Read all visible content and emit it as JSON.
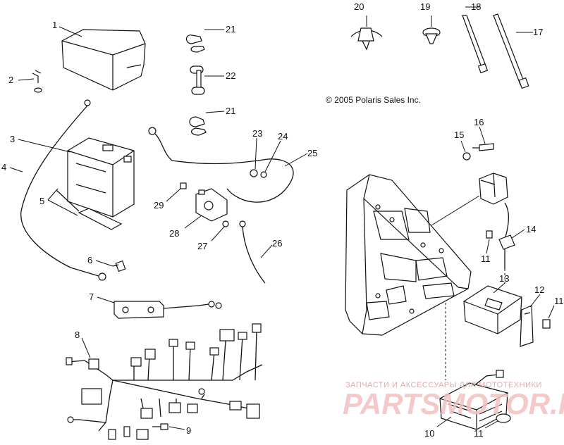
{
  "copyright": "© 2005 Polaris Sales Inc.",
  "watermark": {
    "tagline": "ЗАПЧАСТИ И АКСЕССУАРЫ ДЛЯ МОТОТЕХНИКИ",
    "brand": "PARTSMOTOR.RU"
  },
  "callouts": [
    {
      "id": "c1",
      "label": "1"
    },
    {
      "id": "c2",
      "label": "2"
    },
    {
      "id": "c3",
      "label": "3"
    },
    {
      "id": "c4",
      "label": "4"
    },
    {
      "id": "c5",
      "label": "5"
    },
    {
      "id": "c6",
      "label": "6"
    },
    {
      "id": "c7",
      "label": "7"
    },
    {
      "id": "c8",
      "label": "8"
    },
    {
      "id": "c9",
      "label": "9"
    },
    {
      "id": "c10",
      "label": "10"
    },
    {
      "id": "c11a",
      "label": "11"
    },
    {
      "id": "c11b",
      "label": "11"
    },
    {
      "id": "c11c",
      "label": "11"
    },
    {
      "id": "c12",
      "label": "12"
    },
    {
      "id": "c13",
      "label": "13"
    },
    {
      "id": "c14",
      "label": "14"
    },
    {
      "id": "c15",
      "label": "15"
    },
    {
      "id": "c16",
      "label": "16"
    },
    {
      "id": "c17",
      "label": "17"
    },
    {
      "id": "c18",
      "label": "18"
    },
    {
      "id": "c19",
      "label": "19"
    },
    {
      "id": "c20",
      "label": "20"
    },
    {
      "id": "c21a",
      "label": "21"
    },
    {
      "id": "c21b",
      "label": "21"
    },
    {
      "id": "c22",
      "label": "22"
    },
    {
      "id": "c23",
      "label": "23"
    },
    {
      "id": "c24",
      "label": "24"
    },
    {
      "id": "c25",
      "label": "25"
    },
    {
      "id": "c26",
      "label": "26"
    },
    {
      "id": "c27",
      "label": "27"
    },
    {
      "id": "c28",
      "label": "28"
    },
    {
      "id": "c29",
      "label": "29"
    }
  ]
}
